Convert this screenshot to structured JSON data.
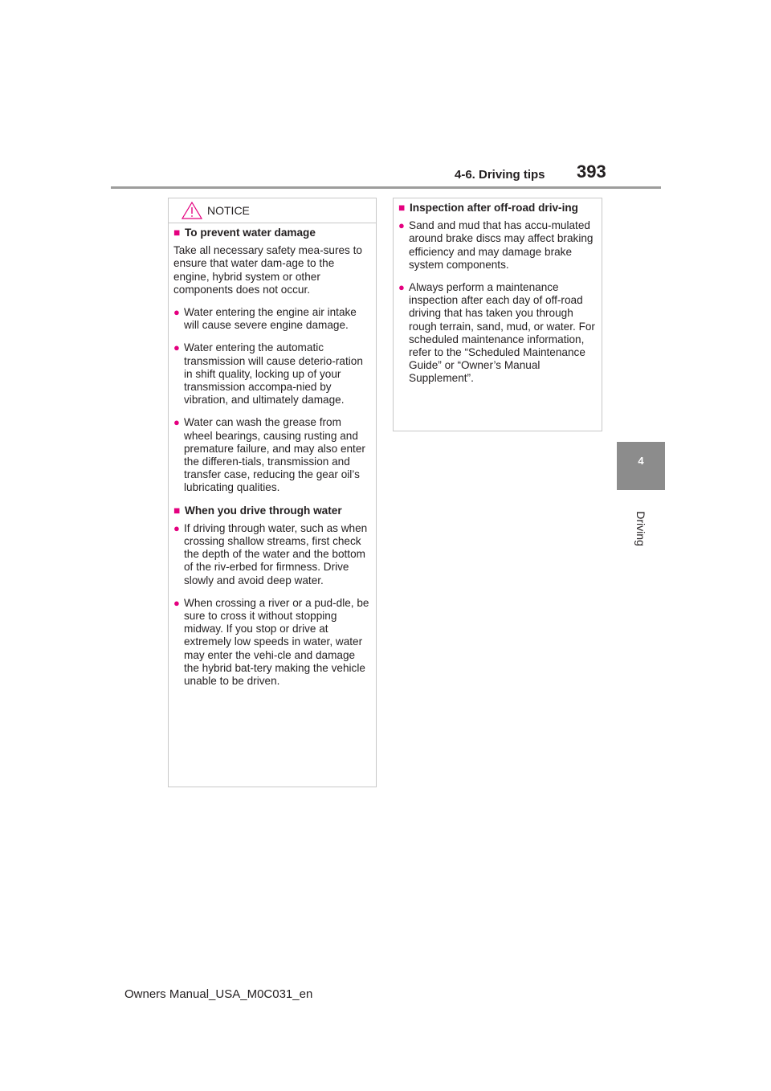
{
  "header": {
    "section_title": "4-6. Driving tips",
    "page_number": "393"
  },
  "chapter_tab": {
    "number": "4",
    "label": "Driving"
  },
  "notice": {
    "label": "NOTICE",
    "icon": "warning-triangle-icon",
    "heading1": "To prevent water damage",
    "intro": "Take all necessary safety mea-sures to ensure that water dam-age to the engine, hybrid system or other components does not occur.",
    "bullets1": [
      "Water entering the engine air intake will cause severe engine damage.",
      "Water entering the automatic transmission will cause deterio-ration in shift quality, locking up of your transmission accompa-nied by vibration, and ultimately damage.",
      "Water can wash the grease from wheel bearings, causing rusting and premature failure, and may also enter the differen-tials, transmission and transfer case, reducing the gear oil’s lubricating qualities."
    ],
    "heading2": "When you drive through water",
    "bullets2": [
      "If driving through water, such as when crossing shallow streams, first check the depth of the water and the bottom of the riv-erbed for firmness. Drive slowly and avoid deep water.",
      "When crossing a river or a pud-dle, be sure to cross it without stopping midway. If you stop or drive at extremely low speeds in water, water may enter the vehi-cle and damage the hybrid bat-tery making the vehicle unable to be driven."
    ]
  },
  "inspection": {
    "heading": "Inspection after off-road driv-ing",
    "bullets": [
      "Sand and mud that has accu-mulated around brake discs may affect braking efficiency and may damage brake system components.",
      "Always perform a maintenance inspection after each day of off-road driving that has taken you through rough terrain, sand, mud, or water. For scheduled maintenance information, refer to the “Scheduled Maintenance Guide” or “Owner’s Manual Supplement”."
    ]
  },
  "markers": {
    "square": "■",
    "dot": "●"
  },
  "colors": {
    "accent": "#e4007f",
    "tab": "#8c8c8c",
    "rule": "#9d9d9c"
  },
  "footer": {
    "text": "Owners Manual_USA_M0C031_en"
  }
}
